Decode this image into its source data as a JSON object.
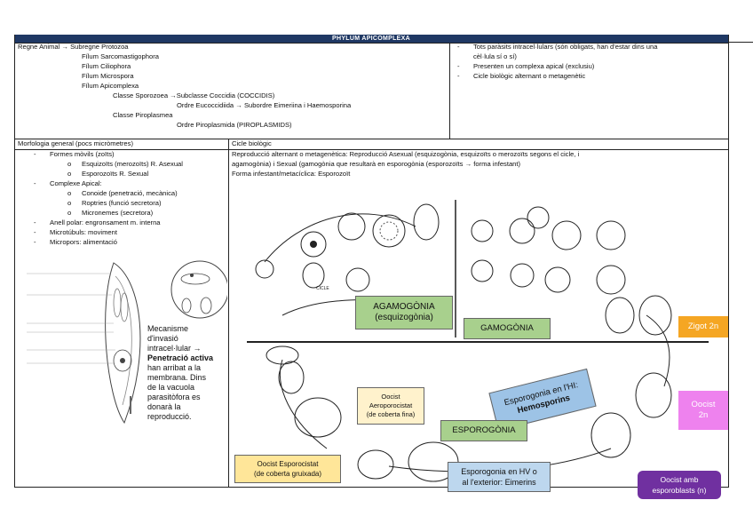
{
  "title": "PHYLUM APICOMPLEXA",
  "taxonomy": [
    "Regne Animal → Subregne Protozoa",
    "Fílum Sarcomastigophora",
    "Fílum Ciliophora",
    "Fílum Microspora",
    "Fílum Apicomplexa",
    "Classe Sporozoea →Subclasse Coccidia (COCCIDIS)",
    "Ordre Eucoccidiida → Subordre Eimeriina i Haemosporina",
    "Classe Piroplasmea",
    "Ordre Piroplasmida (PIROPLASMIDS)"
  ],
  "features": [
    "Tots paràsits intracel·lulars (són obligats, han d'estar dins una",
    "cèl·lula sí o sí)",
    "Presenten un complexa apical (exclusiu)",
    "Cicle biològic alternant o metagenètic"
  ],
  "morph_header": "Morfologia general (pocs micròmetres)",
  "morph": [
    "Formes mòvils (zoïts)",
    "Esquizoïts (merozoïts) R. Asexual",
    "Esporozoïts R. Sexual",
    "Complexe Apical:",
    "Conoide (penetració, mecànica)",
    "Roptries (funció secretora)",
    "Micronemes (secretora)",
    "Anell polar: engronsament m. interna",
    "Microtúbuls: moviment",
    "Micropors: alimentació"
  ],
  "cycle_header": "Cicle biològic",
  "cycle_text": [
    "Reproducció alternant o metagenètica: Reproducció Asexual (esquizogònia, esquizoïts o merozoïts segons el cicle, i",
    "agamogònia) i Sexual (gamogònia que resultarà en esporogònia (esporozoïts → forma infestant)",
    "Forma infestant/metacíclica: Esporozoït"
  ],
  "invasion_note": [
    "Mecanisme",
    "d'invasió",
    "intracel·lular →",
    "Penetració activa",
    "han arribat a la",
    "membrana. Dins",
    "de la vacuola",
    "parasitòfora es",
    "donarà la",
    "reproducció."
  ],
  "boxes": {
    "agamo": [
      "AGAMOGÒNIA",
      "(esquizogònia)"
    ],
    "gamo": "GAMOGÒNIA",
    "zigot": "Zigot 2n",
    "oocist2n": [
      "Oocist",
      "2n"
    ],
    "esporogonia_hi": [
      "Esporogonia en l'HI:",
      "Hemosporins"
    ],
    "esporogonia": "ESPOROGÒNIA",
    "oocist_aero": [
      "Oocist",
      "Aeroporocistat",
      "(de coberta fina)"
    ],
    "oocist_espor": [
      "Oocist Esporocistat",
      "(de coberta gruixada)"
    ],
    "hv": [
      "Esporogonia en HV o",
      "al l'exterior: Eimerins"
    ],
    "amb": [
      "Oocist amb",
      "esporoblasts (n)"
    ]
  },
  "colors": {
    "header": "#1f3864",
    "agamo": "#a8d08d",
    "gamo": "#a8d08d",
    "zigot": "#f5a623",
    "oocist2n": "#ee82ee",
    "hi": "#9dc3e6",
    "espor": "#a8d08d",
    "aero": "#fff2cc",
    "esporcist": "#ffe699",
    "hv": "#bdd7ee",
    "amb": "#7030a0"
  }
}
